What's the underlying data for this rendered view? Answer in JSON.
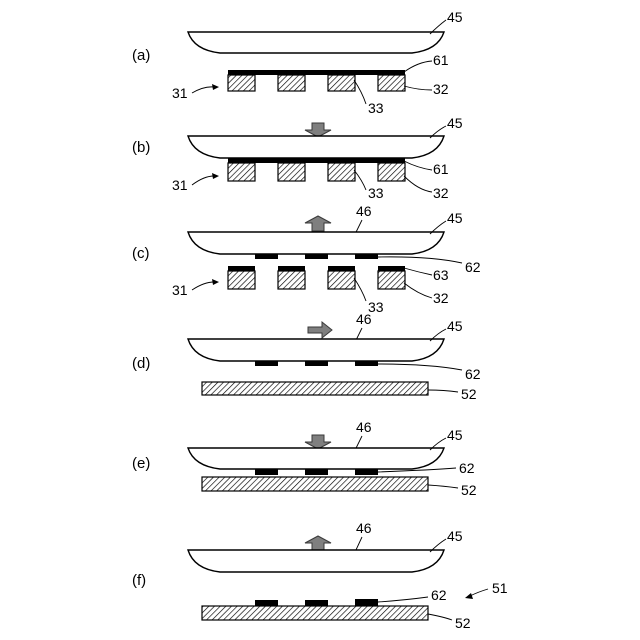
{
  "steps": [
    {
      "label": "(a)",
      "ref_lens": "45",
      "ref_film": "61",
      "ref_block": "32",
      "ref_gap": "33",
      "ref_die": "31"
    },
    {
      "label": "(b)",
      "ref_lens": "45",
      "ref_film": "61",
      "ref_block": "32",
      "ref_gap": "33",
      "ref_die": "31"
    },
    {
      "label": "(c)",
      "ref_lens": "45",
      "ref_surface": "46",
      "ref_pieces": "62",
      "ref_residue": "63",
      "ref_block": "32",
      "ref_gap": "33",
      "ref_die": "31"
    },
    {
      "label": "(d)",
      "ref_lens": "45",
      "ref_surface": "46",
      "ref_pieces": "62",
      "ref_substrate": "52"
    },
    {
      "label": "(e)",
      "ref_lens": "45",
      "ref_surface": "46",
      "ref_pieces": "62",
      "ref_substrate": "52"
    },
    {
      "label": "(f)",
      "ref_lens": "45",
      "ref_surface": "46",
      "ref_pieces": "62",
      "ref_substrate": "52",
      "ref_assembly": "51"
    }
  ],
  "colors": {
    "stroke": "#000000",
    "arrow_fill": "#7f7f7f",
    "film": "#000000"
  },
  "icons": {
    "down": "arrow-down-icon",
    "up": "arrow-up-icon",
    "right": "arrow-right-icon"
  }
}
